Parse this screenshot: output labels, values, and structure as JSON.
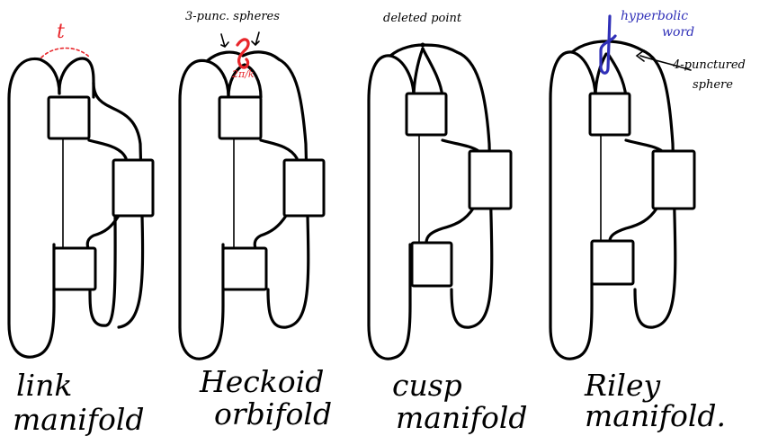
{
  "panels": [
    {
      "caption_line1": "link",
      "caption_line2": "manifold",
      "note": "t",
      "note_color": "#e8262b"
    },
    {
      "caption_line1": "Heckoid",
      "caption_line2": "orbifold",
      "note": "3-punc. spheres",
      "sub_note": "2π/k",
      "note_color": "#e8262b"
    },
    {
      "caption_line1": "cusp",
      "caption_line2": "manifold",
      "note": "deleted point"
    },
    {
      "caption_line1": "Riley",
      "caption_line2": "manifold.",
      "note": "hyperbolic",
      "note_line2": "word",
      "note_color": "#3030b8",
      "side_note": "4-punctured",
      "side_note_line2": "sphere"
    }
  ]
}
